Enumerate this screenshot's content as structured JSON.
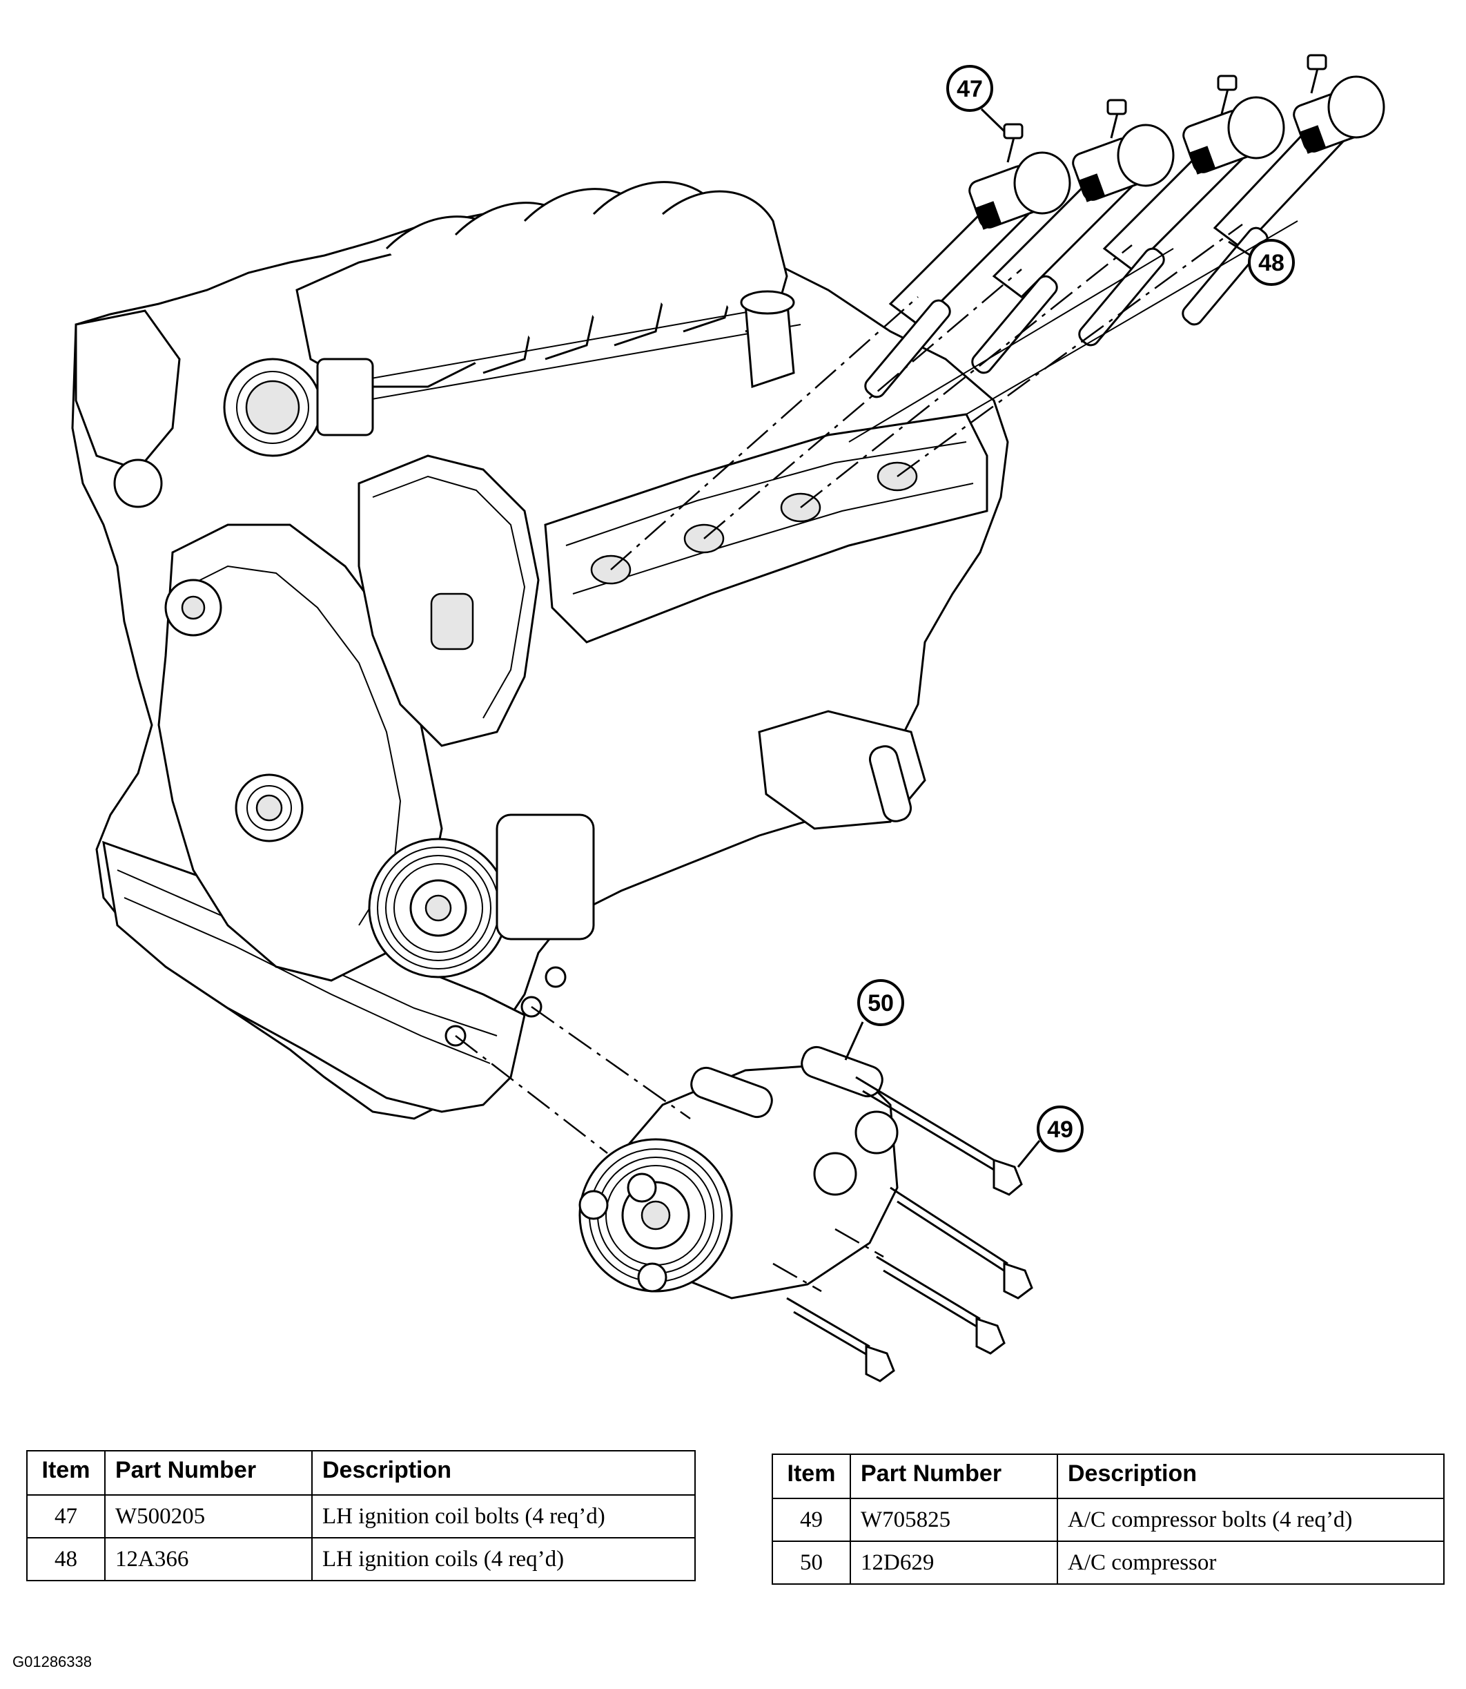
{
  "callouts": {
    "c47": "47",
    "c48": "48",
    "c49": "49",
    "c50": "50"
  },
  "tables": {
    "left": {
      "headers": {
        "item": "Item",
        "part_number": "Part Number",
        "description": "Description"
      },
      "rows": [
        {
          "item": "47",
          "part_number": "W500205",
          "description": "LH ignition coil bolts (4 req’d)"
        },
        {
          "item": "48",
          "part_number": "12A366",
          "description": "LH ignition coils (4 req’d)"
        }
      ]
    },
    "right": {
      "headers": {
        "item": "Item",
        "part_number": "Part Number",
        "description": "Description"
      },
      "rows": [
        {
          "item": "49",
          "part_number": "W705825",
          "description": "A/C compressor bolts (4 req’d)"
        },
        {
          "item": "50",
          "part_number": "12D629",
          "description": "A/C compressor"
        }
      ]
    }
  },
  "figure_id": "G01286338"
}
